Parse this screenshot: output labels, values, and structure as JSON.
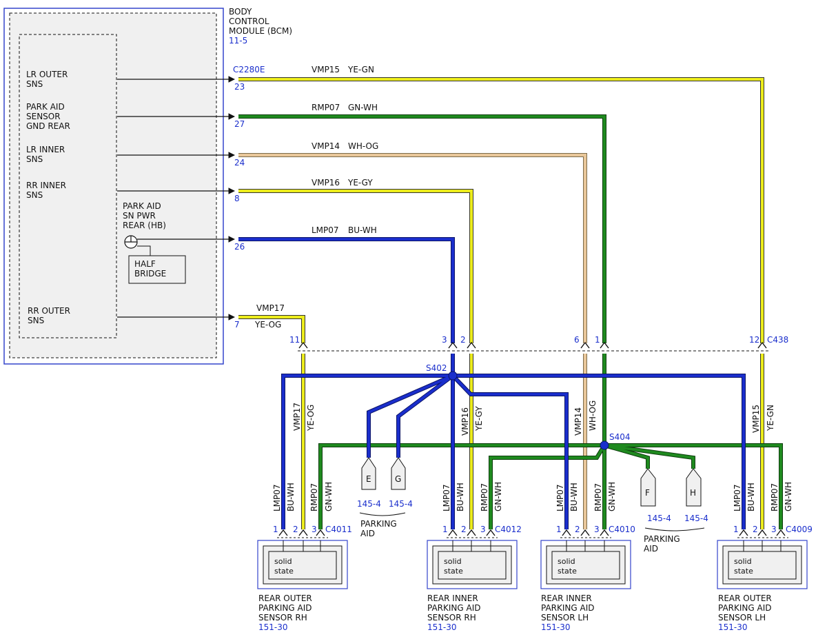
{
  "bcm": {
    "title_lines": [
      "BODY",
      "CONTROL",
      "MODULE (BCM)"
    ],
    "ref": "11-5",
    "inner_labels": {
      "lr_outer": [
        "LR OUTER",
        "SNS"
      ],
      "park_aid_gnd": [
        "PARK AID",
        "SENSOR",
        "GND REAR"
      ],
      "lr_inner": [
        "LR INNER",
        "SNS"
      ],
      "rr_inner": [
        "RR INNER",
        "SNS"
      ],
      "park_aid_pwr": [
        "PARK AID",
        "SN PWR",
        "REAR (HB)"
      ],
      "half_bridge": [
        "HALF",
        "BRIDGE"
      ],
      "rr_outer": [
        "RR OUTER",
        "SNS"
      ]
    },
    "connector": "C2280E",
    "pins": {
      "lr_outer": "23",
      "park_aid_gnd": "27",
      "lr_inner": "24",
      "rr_inner": "8",
      "park_aid_pwr": "26",
      "rr_outer": "7"
    }
  },
  "wires": {
    "vmp15": {
      "circuit": "VMP15",
      "color": "YE-GN"
    },
    "rmp07": {
      "circuit": "RMP07",
      "color": "GN-WH"
    },
    "vmp14": {
      "circuit": "VMP14",
      "color": "WH-OG"
    },
    "vmp16": {
      "circuit": "VMP16",
      "color": "YE-GY"
    },
    "lmp07": {
      "circuit": "LMP07",
      "color": "BU-WH"
    },
    "vmp17": {
      "circuit": "VMP17",
      "color": "YE-OG"
    }
  },
  "c438": {
    "name": "C438",
    "pins": {
      "vmp17": "11",
      "lmp07": "3",
      "vmp16": "2",
      "vmp14": "6",
      "rmp07": "1",
      "vmp15": "12"
    }
  },
  "splices": {
    "s402": "S402",
    "s404": "S404"
  },
  "parking_aid_refs": {
    "left": {
      "e": "E",
      "g": "G",
      "ref_e": "145-4",
      "ref_g": "145-4",
      "label": [
        "PARKING",
        "AID"
      ]
    },
    "right": {
      "f": "F",
      "h": "H",
      "ref_f": "145-4",
      "ref_h": "145-4",
      "label": [
        "PARKING",
        "AID"
      ]
    }
  },
  "sensors": [
    {
      "connector": "C4011",
      "pins": [
        "1",
        "2",
        "3"
      ],
      "wire_labels": [
        "LMP07",
        "BU-WH",
        "VMP17",
        "YE-OG",
        "RMP07",
        "GN-WH"
      ],
      "module_text": [
        "solid",
        "state"
      ],
      "name": [
        "REAR OUTER",
        "PARKING AID",
        "SENSOR RH"
      ],
      "ref": "151-30"
    },
    {
      "connector": "C4012",
      "pins": [
        "1",
        "2",
        "3"
      ],
      "wire_labels": [
        "LMP07",
        "BU-WH",
        "VMP16",
        "YE-GY",
        "RMP07",
        "GN-WH"
      ],
      "module_text": [
        "solid",
        "state"
      ],
      "name": [
        "REAR INNER",
        "PARKING AID",
        "SENSOR RH"
      ],
      "ref": "151-30"
    },
    {
      "connector": "C4010",
      "pins": [
        "1",
        "2",
        "3"
      ],
      "wire_labels": [
        "LMP07",
        "BU-WH",
        "VMP14",
        "WH-OG",
        "RMP07",
        "GN-WH"
      ],
      "module_text": [
        "solid",
        "state"
      ],
      "name": [
        "REAR INNER",
        "PARKING AID",
        "SENSOR LH"
      ],
      "ref": "151-30"
    },
    {
      "connector": "C4009",
      "pins": [
        "1",
        "2",
        "3"
      ],
      "wire_labels": [
        "LMP07",
        "BU-WH",
        "VMP15",
        "YE-GN",
        "RMP07",
        "GN-WH"
      ],
      "module_text": [
        "solid",
        "state"
      ],
      "name": [
        "REAR OUTER",
        "PARKING AID",
        "SENSOR LH"
      ],
      "ref": "151-30"
    }
  ],
  "colors": {
    "yellow": "#ecec1c",
    "blue": "#1a2ecc",
    "green": "#1f8a1f",
    "tan": "#e9c79a",
    "ref_blue": "#1a2ecc",
    "module_fill": "#f0f0f0"
  }
}
